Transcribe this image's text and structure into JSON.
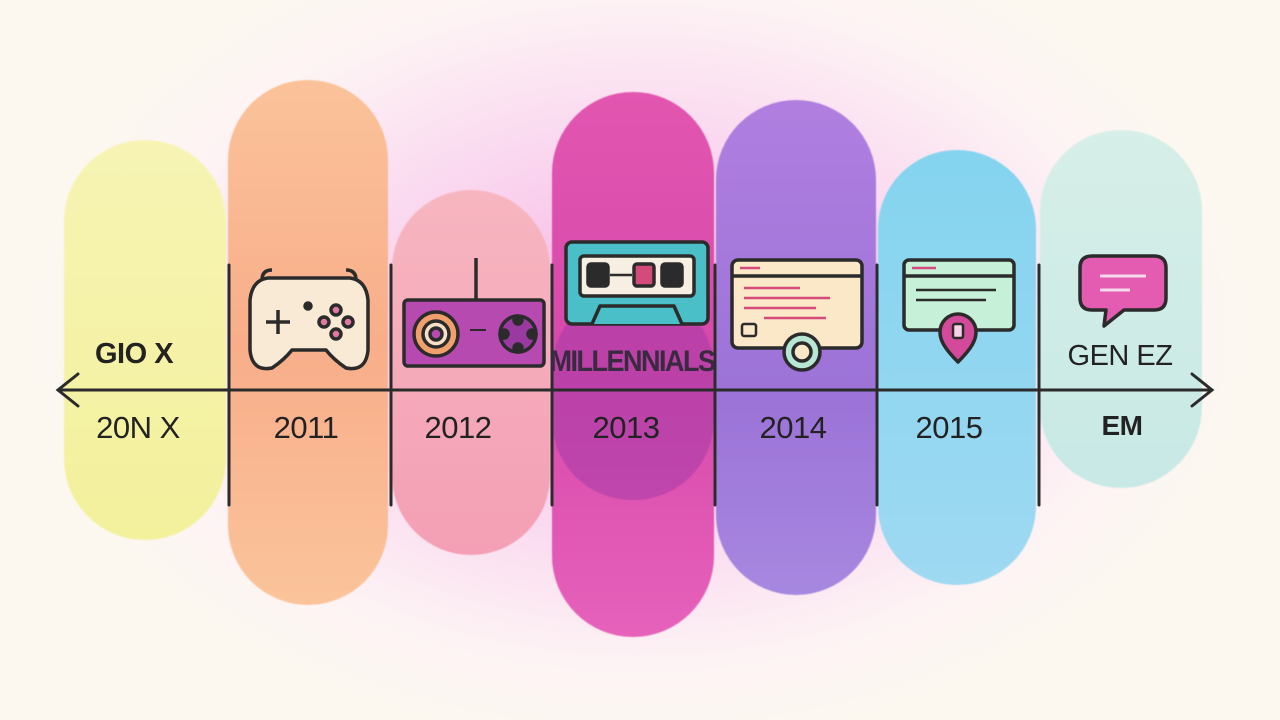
{
  "timeline": {
    "left_labels": {
      "top": "GIO X",
      "bottom": "20N X"
    },
    "right_labels": {
      "top": "GEN EZ",
      "bottom": "EM"
    },
    "middle_label": "MILLENNIALS",
    "years": [
      "2011",
      "2012",
      "2013",
      "2014",
      "2015"
    ],
    "colors": {
      "yellow": "#f5f3a8",
      "orange": "#f9b98a",
      "peach": "#f6a8b8",
      "magenta": "#df4fae",
      "violet": "#a679dc",
      "cyan": "#8ad9ee",
      "mint": "#cdebe4",
      "axis": "#2b2b2b"
    },
    "icons": [
      "gamepad-icon",
      "game-console-icon",
      "cassette-tape-icon",
      "browser-window-icon",
      "location-window-icon",
      "chat-bubble-icon"
    ]
  }
}
